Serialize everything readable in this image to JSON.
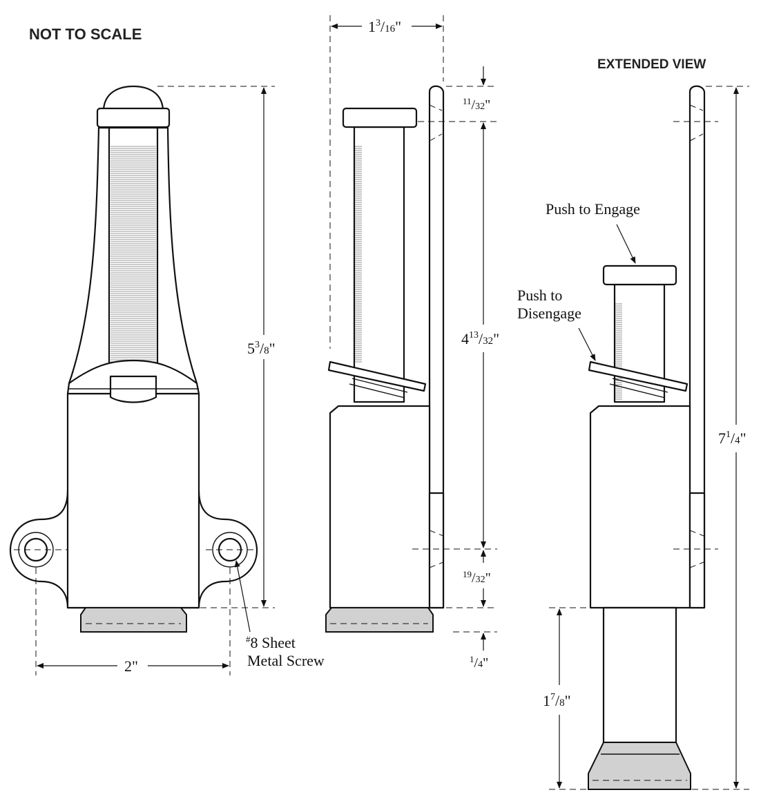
{
  "header": {
    "not_to_scale": "NOT TO SCALE",
    "extended_view": "EXTENDED VIEW"
  },
  "front_view": {
    "height_dim": {
      "whole": "5",
      "num": "3",
      "den": "8",
      "unit": "\""
    },
    "width_dim": {
      "text": "2\""
    },
    "screw_label": {
      "sup": "#",
      "line1": "8 Sheet",
      "line2": "Metal Screw"
    }
  },
  "side_view": {
    "depth_dim": {
      "whole": "1",
      "num": "3",
      "den": "16",
      "unit": "\""
    },
    "top_dim": {
      "num": "11",
      "den": "32",
      "unit": "\""
    },
    "mid_dim": {
      "whole": "4",
      "num": "13",
      "den": "32",
      "unit": "\""
    },
    "low_dim": {
      "num": "19",
      "den": "32",
      "unit": "\""
    },
    "foot_dim": {
      "num": "1",
      "den": "4",
      "unit": "\""
    }
  },
  "extended_view": {
    "engage_label": "Push to Engage",
    "disengage_line1": "Push to",
    "disengage_line2": "Disengage",
    "total_dim": {
      "whole": "7",
      "num": "1",
      "den": "4",
      "unit": "\""
    },
    "extension_dim": {
      "whole": "1",
      "num": "7",
      "den": "8",
      "unit": "\""
    }
  }
}
